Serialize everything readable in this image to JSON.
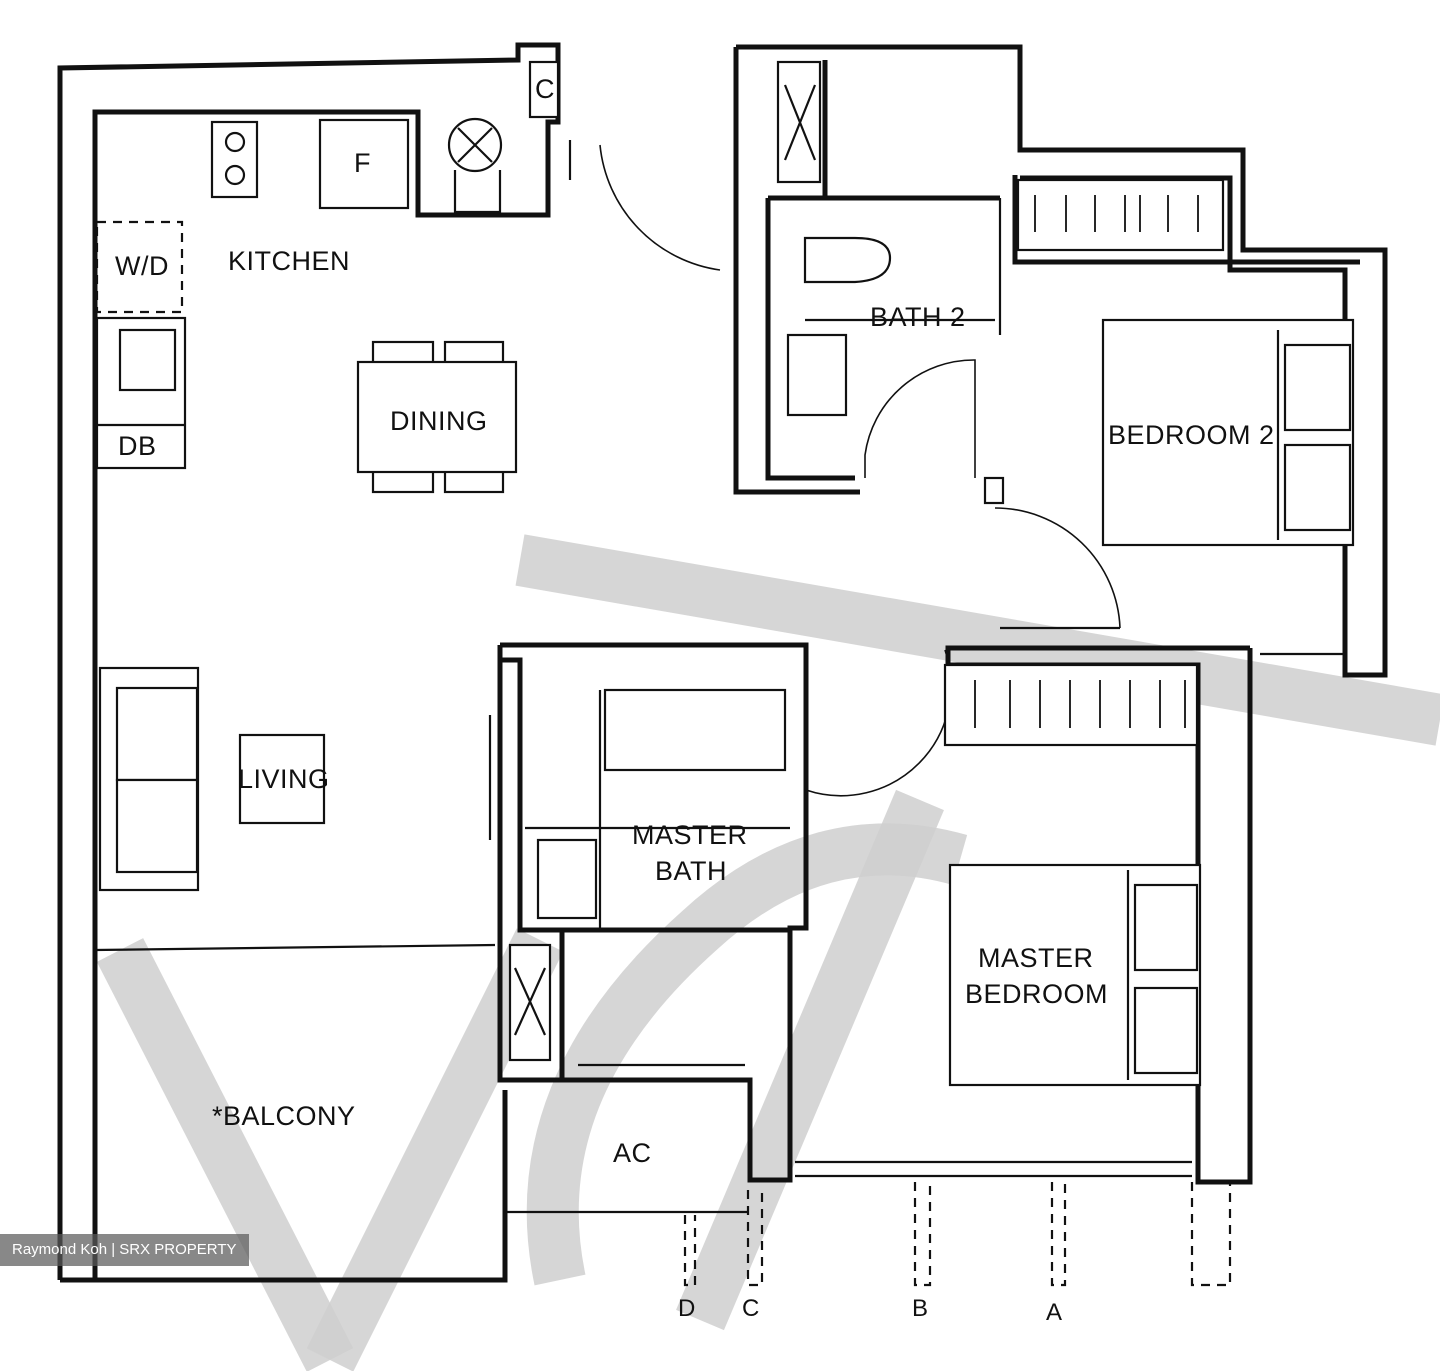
{
  "rooms": {
    "kitchen": "KITCHEN",
    "wd": "W/D",
    "fridge": "F",
    "db": "DB",
    "dining": "DINING",
    "living": "LIVING",
    "balcony": "*BALCONY",
    "bath2": "BATH 2",
    "bedroom2": "BEDROOM 2",
    "master_bath_line1": "MASTER",
    "master_bath_line2": "BATH",
    "master_bedroom_line1": "MASTER",
    "master_bedroom_line2": "BEDROOM",
    "ac": "AC",
    "c": "C"
  },
  "columns": [
    "D",
    "C",
    "B",
    "A"
  ],
  "credit": "Raymond Koh | SRX PROPERTY"
}
